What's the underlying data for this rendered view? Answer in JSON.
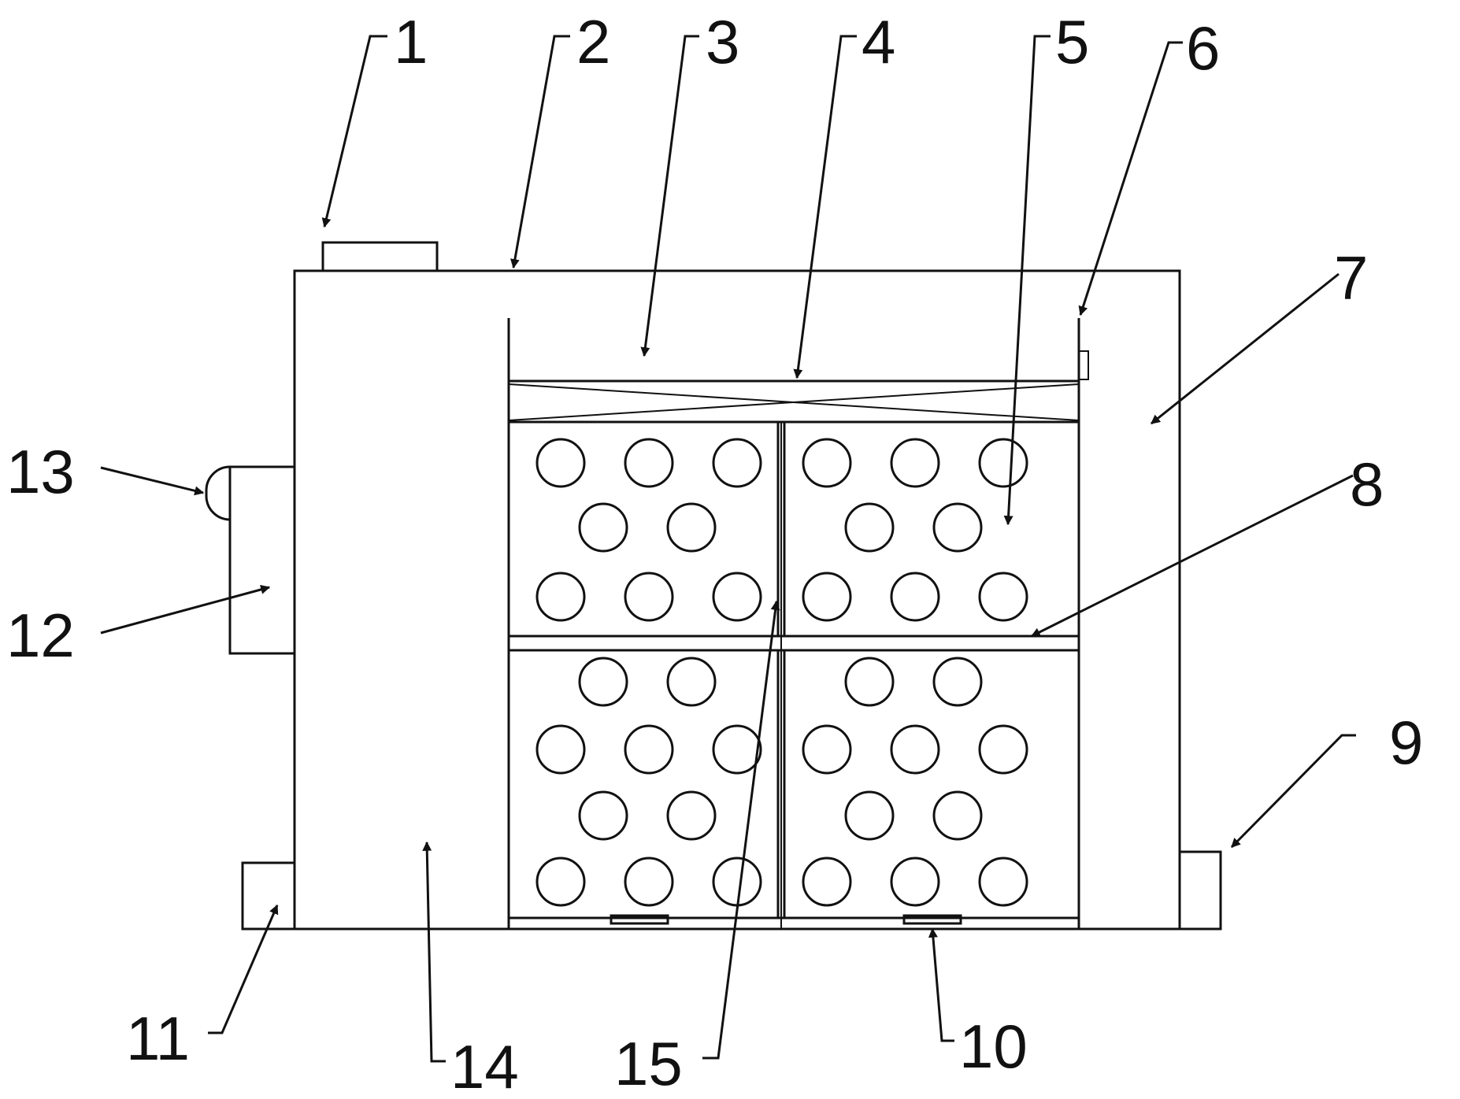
{
  "labels": {
    "l1": "1",
    "l2": "2",
    "l3": "3",
    "l4": "4",
    "l5": "5",
    "l6": "6",
    "l7": "7",
    "l8": "8",
    "l9": "9",
    "l10": "10",
    "l11": "11",
    "l12": "12",
    "l13": "13",
    "l14": "14",
    "l15": "15"
  },
  "colors": {
    "line": "#111111",
    "background": "#ffffff"
  }
}
